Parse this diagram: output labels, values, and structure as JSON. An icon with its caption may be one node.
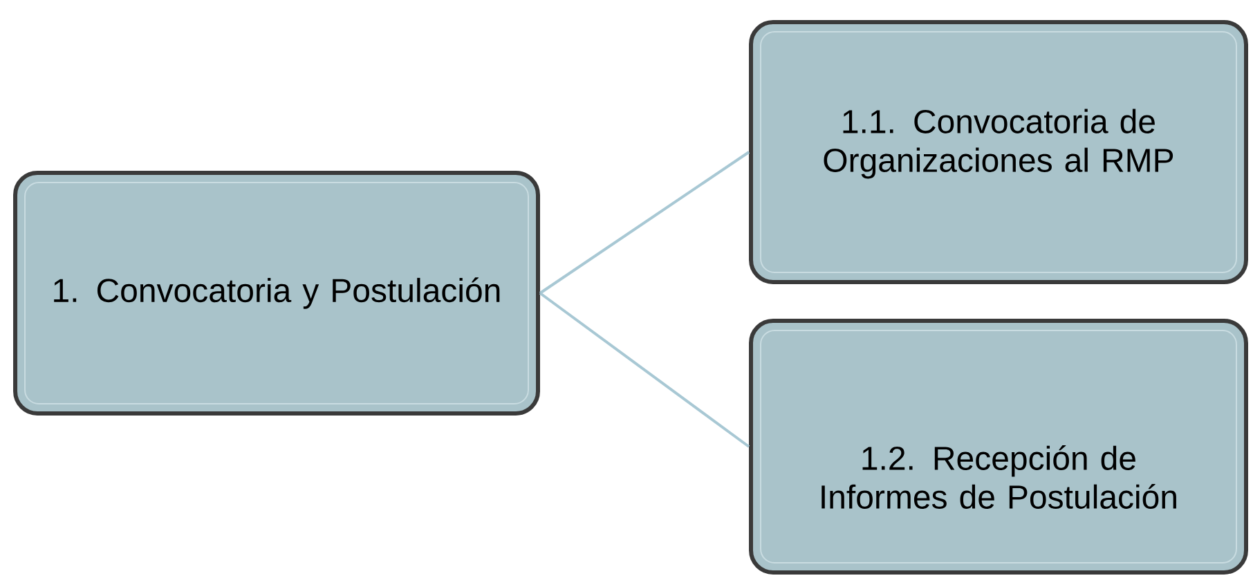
{
  "diagram": {
    "nodes": [
      {
        "text": [
          "1. Convocatoria y Postulación"
        ]
      },
      {
        "text": [
          "1.1. Convocatoria de Organizaciones al RMP"
        ]
      },
      {
        "text": [
          "1.2. Recepción de Informes de Postulación"
        ]
      }
    ],
    "edges": [
      {
        "from": 0,
        "to": 1,
        "arrow": "none"
      },
      {
        "from": 0,
        "to": 2,
        "arrow": "none"
      }
    ]
  }
}
